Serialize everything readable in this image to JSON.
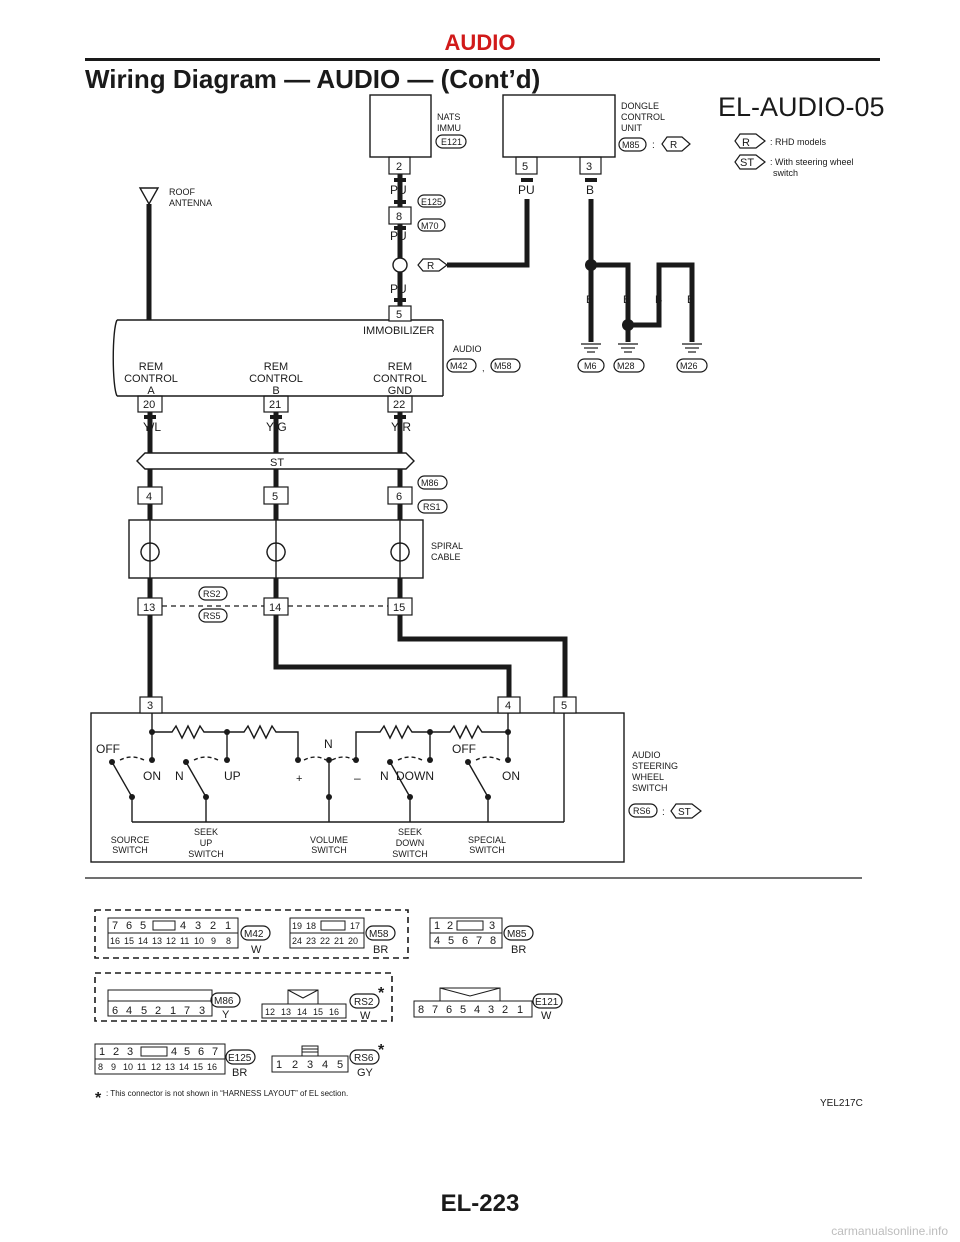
{
  "header": {
    "section": "AUDIO",
    "title": "Wiring Diagram — AUDIO — (Cont’d)",
    "diagram_id": "EL-AUDIO-05"
  },
  "legend": {
    "r_code": "R",
    "r_text": ": RHD models",
    "st_code": "ST",
    "st_text1": ": With steering wheel",
    "st_text2": "switch"
  },
  "components": {
    "nats": {
      "name1": "NATS",
      "name2": "IMMU",
      "connector": "E121",
      "pin": "2"
    },
    "dongle": {
      "name1": "DONGLE",
      "name2": "CONTROL",
      "name3": "UNIT",
      "connector": "M85",
      "colon": ":",
      "cond": "R",
      "pin_a": "5",
      "pin_b": "3"
    },
    "roof_antenna": {
      "name1": "ROOF",
      "name2": "ANTENNA"
    },
    "audio": {
      "name": "AUDIO",
      "conn1": "M42",
      "sep": ",",
      "conn2": "M58",
      "immobilizer": "IMMOBILIZER",
      "pin_immo": "5",
      "rc_a1": "REM",
      "rc_a2": "CONTROL",
      "rc_a3": "A",
      "rc_b1": "REM",
      "rc_b2": "CONTROL",
      "rc_b3": "B",
      "rc_g1": "REM",
      "rc_g2": "CONTROL",
      "rc_g3": "GND",
      "pin_a": "20",
      "pin_b": "21",
      "pin_g": "22"
    },
    "spiral": {
      "name1": "SPIRAL",
      "name2": "CABLE",
      "conn_top1": "M86",
      "conn_top2": "RS1",
      "conn_bot1": "RS2",
      "conn_bot2": "RS5",
      "pins_top": [
        "4",
        "5",
        "6"
      ],
      "pins_bot": [
        "13",
        "14",
        "15"
      ]
    },
    "sws": {
      "name1": "AUDIO",
      "name2": "STEERING",
      "name3": "WHEEL",
      "name4": "SWITCH",
      "connector": "RS6",
      "colon": ":",
      "cond": "ST",
      "pins": [
        "3",
        "4",
        "5"
      ],
      "off_left": "OFF",
      "on_left": "ON",
      "n_up": "N",
      "up": "UP",
      "plus": "+",
      "n_vol": "N",
      "minus": "–",
      "n_down": "N",
      "down": "DOWN",
      "off_right": "OFF",
      "on_right": "ON",
      "lbl_source1": "SOURCE",
      "lbl_source2": "SWITCH",
      "lbl_seekup1": "SEEK",
      "lbl_seekup2": "UP",
      "lbl_seekup3": "SWITCH",
      "lbl_volume1": "VOLUME",
      "lbl_volume2": "SWITCH",
      "lbl_seekdn1": "SEEK",
      "lbl_seekdn2": "DOWN",
      "lbl_seekdn3": "SWITCH",
      "lbl_special1": "SPECIAL",
      "lbl_special2": "SWITCH"
    }
  },
  "wires": {
    "pu1": "PU",
    "pu2": "PU",
    "pu3": "PU",
    "pu_dongle": "PU",
    "b_dongle": "B",
    "e125": "E125",
    "m70": "M70",
    "pin8": "8",
    "joint_r": "R",
    "b1": "B",
    "b2": "B",
    "b3": "B",
    "b4": "B",
    "gnd_m6": "M6",
    "gnd_m28": "M28",
    "gnd_m26": "M26",
    "y_l": "Y/L",
    "y_g": "Y/G",
    "y_r": "Y/R",
    "shield": "ST"
  },
  "connectors": {
    "m42": {
      "id": "M42",
      "color": "W",
      "top": [
        "7",
        "6",
        "5",
        "4",
        "3",
        "2",
        "1"
      ],
      "bot": [
        "16",
        "15",
        "14",
        "13",
        "12",
        "11",
        "10",
        "9",
        "8"
      ]
    },
    "m58": {
      "id": "M58",
      "color": "BR",
      "top": [
        "19",
        "18",
        "17"
      ],
      "bot": [
        "24",
        "23",
        "22",
        "21",
        "20"
      ]
    },
    "m85": {
      "id": "M85",
      "color": "BR",
      "top": [
        "1",
        "2",
        "3"
      ],
      "bot": [
        "4",
        "5",
        "6",
        "7",
        "8"
      ]
    },
    "m86": {
      "id": "M86",
      "color": "Y",
      "pins": [
        "6",
        "4",
        "5",
        "2",
        "1",
        "7",
        "3"
      ]
    },
    "rs2": {
      "id": "RS2",
      "color": "W",
      "pins": [
        "12",
        "13",
        "14",
        "15",
        "16"
      ]
    },
    "e121": {
      "id": "E121",
      "color": "W",
      "pins": [
        "8",
        "7",
        "6",
        "5",
        "4",
        "3",
        "2",
        "1"
      ]
    },
    "e125": {
      "id": "E125",
      "color": "BR",
      "top": [
        "1",
        "2",
        "3",
        "4",
        "5",
        "6",
        "7"
      ],
      "bot": [
        "8",
        "9",
        "10",
        "11",
        "12",
        "13",
        "14",
        "15",
        "16"
      ]
    },
    "rs6": {
      "id": "RS6",
      "color": "GY",
      "pins": [
        "1",
        "2",
        "3",
        "4",
        "5"
      ]
    },
    "star": "*"
  },
  "footnote": ": This connector is not shown in “HARNESS LAYOUT” of EL section.",
  "figure_code": "YEL217C",
  "page_number": "EL-223",
  "watermark": "carmanualsonline.info"
}
